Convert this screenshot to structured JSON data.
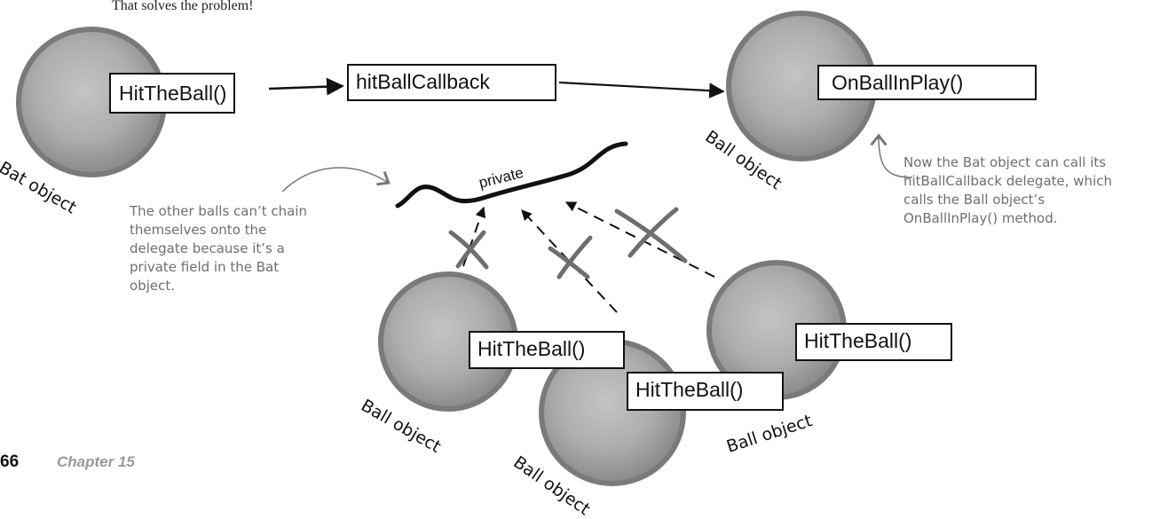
{
  "intro_text": "That solves the problem!",
  "bat": {
    "method": "HitTheBall()",
    "label": "Bat object"
  },
  "delegate": {
    "label": "hitBallCallback",
    "field_label": "private"
  },
  "target_ball": {
    "method": "OnBallInPlay()",
    "label": "Ball object"
  },
  "other_balls": [
    {
      "method": "HitTheBall()",
      "label": "Ball object"
    },
    {
      "method": "HitTheBall()",
      "label": "Ball object"
    },
    {
      "method": "HitTheBall()",
      "label": "Ball object"
    }
  ],
  "annotations": {
    "left": "The other balls can’t chain themselves onto the delegate because it’s a private field in the Bat object.",
    "right": "Now the Bat object can call its hitBallCallback delegate, which calls the Ball object’s OnBallInPlay() method."
  },
  "footer": {
    "page_number": "66",
    "chapter": "Chapter 15"
  },
  "colors": {
    "ball_fill": "#a9a9a9",
    "ball_edge": "#7a7a7a",
    "ink": "#111111",
    "annotation": "#6f6f6f"
  }
}
